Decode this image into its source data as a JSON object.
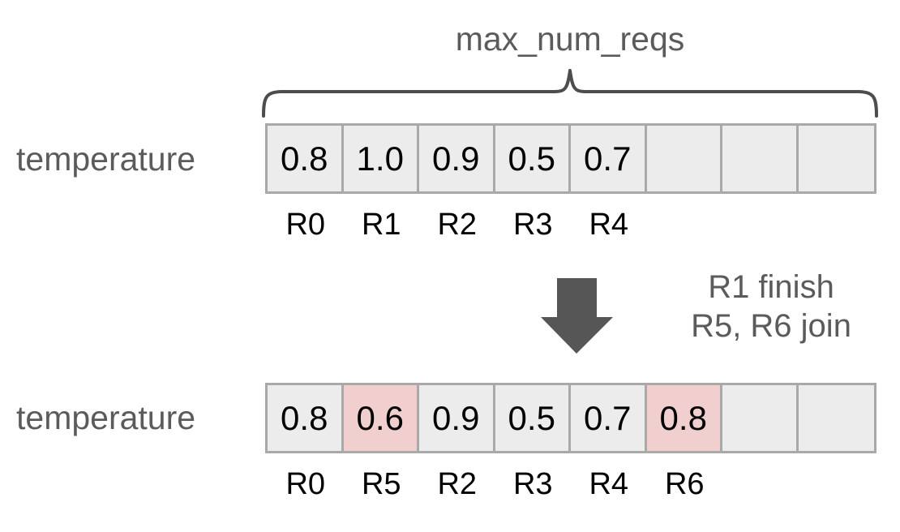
{
  "diagram": {
    "title": "max_num_reqs",
    "brace_caption": "max_num_reqs",
    "accent_highlight": "#f1cfcf",
    "cell_background": "#ececec",
    "cell_border": "#a9a9a9",
    "label_color": "#5b5b5b",
    "value_color": "#000000",
    "arrow_color": "#565656",
    "capacity": 8
  },
  "before": {
    "row_label": "temperature",
    "cells": [
      {
        "value": "0.8",
        "highlight": false,
        "empty": false
      },
      {
        "value": "1.0",
        "highlight": false,
        "empty": false
      },
      {
        "value": "0.9",
        "highlight": false,
        "empty": false
      },
      {
        "value": "0.5",
        "highlight": false,
        "empty": false
      },
      {
        "value": "0.7",
        "highlight": false,
        "empty": false
      },
      {
        "value": "",
        "highlight": false,
        "empty": true
      },
      {
        "value": "",
        "highlight": false,
        "empty": true
      },
      {
        "value": "",
        "highlight": false,
        "empty": true
      }
    ],
    "ids": [
      "R0",
      "R1",
      "R2",
      "R3",
      "R4",
      "",
      "",
      ""
    ]
  },
  "transition": {
    "line1": "R1 finish",
    "line2": "R5, R6 join",
    "arrow": "down-arrow"
  },
  "after": {
    "row_label": "temperature",
    "cells": [
      {
        "value": "0.8",
        "highlight": false,
        "empty": false
      },
      {
        "value": "0.6",
        "highlight": true,
        "empty": false
      },
      {
        "value": "0.9",
        "highlight": false,
        "empty": false
      },
      {
        "value": "0.5",
        "highlight": false,
        "empty": false
      },
      {
        "value": "0.7",
        "highlight": false,
        "empty": false
      },
      {
        "value": "0.8",
        "highlight": true,
        "empty": false
      },
      {
        "value": "",
        "highlight": false,
        "empty": true
      },
      {
        "value": "",
        "highlight": false,
        "empty": true
      }
    ],
    "ids": [
      "R0",
      "R5",
      "R2",
      "R3",
      "R4",
      "R6",
      "",
      ""
    ]
  }
}
